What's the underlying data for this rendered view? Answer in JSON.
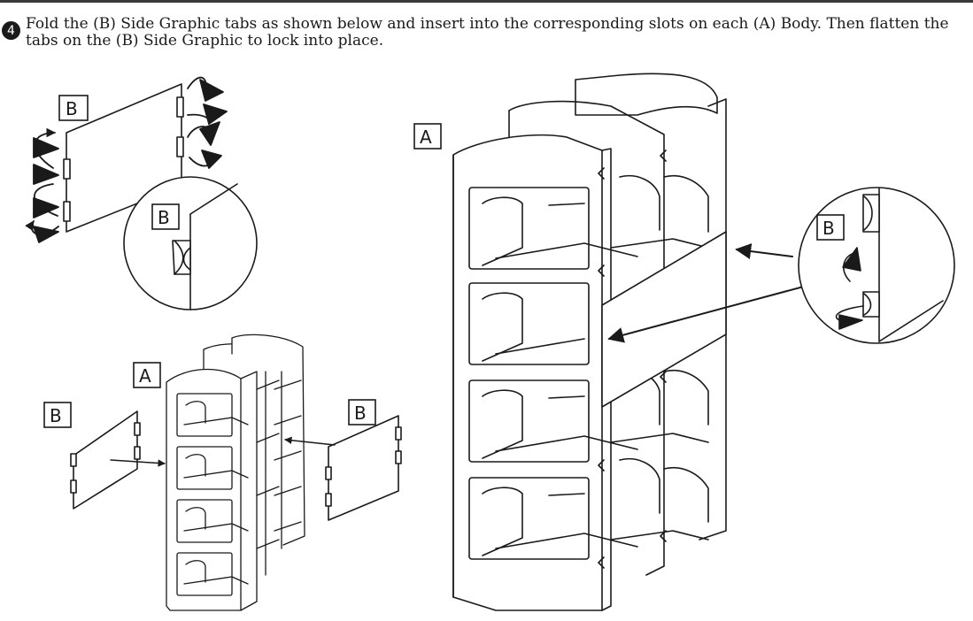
{
  "step": {
    "number": "4"
  },
  "instructions": "Fold the (B) Side Graphic tabs as shown below and insert into the corresponding slots on each (A) Body. Then flatten the tabs on the (B) Side Graphic to lock into place.",
  "labels": {
    "side_graphic": "B",
    "body": "A"
  },
  "colors": {
    "line": "#1a1a1a",
    "background": "#ffffff"
  }
}
